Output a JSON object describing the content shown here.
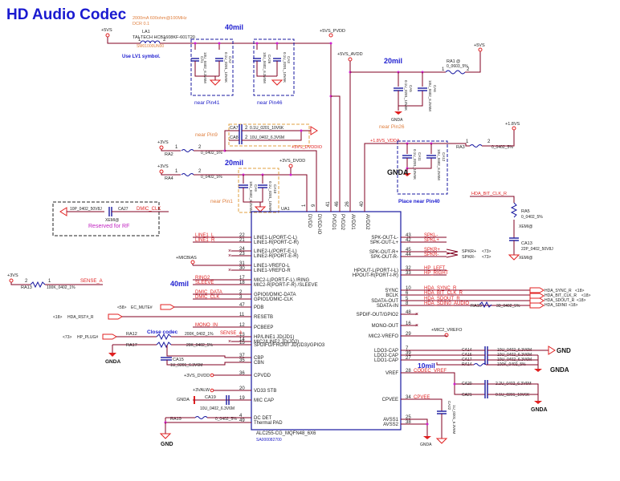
{
  "title": "HD Audio Codec",
  "notes": {
    "current": "2000mA 600ohm@100MHz",
    "dcr": "DCR 0.1",
    "use_lv1": "Use LV1 symbol.",
    "reserved_rf": "Reserved for RF",
    "close_codec": "Close codec"
  },
  "trace_widths": {
    "top": "40mil",
    "avdd": "20mil",
    "dvdd": "20mil",
    "mic": "40mil",
    "ldo": "10mil"
  },
  "placement": {
    "pin41": "near Pin41",
    "pin46": "near Pin46",
    "pin26": "near Pin26",
    "pin9": "near Pin9",
    "pin1": "near Pin1",
    "pin40": "Place near Pin40"
  },
  "power_nets": {
    "p5vs_a": "+5VS",
    "p5vs_pvdd": "+5VS_PVDD",
    "p5vs_avdd": "+5VS_AVDD",
    "p5vs_b": "+5VS",
    "p3vs_a": "+3VS",
    "p3vs_b": "+3VS",
    "p3vs_dvddio": "+3VS_DVDDIO",
    "p3vs_dvdd": "+3VS_DVDD",
    "p18vs": "+1.8VS",
    "p18vs_vdda": "+1.8VS_VDDA",
    "p3vs_c": "+3VS",
    "micbias": "+MICBIAS",
    "mic2_vrefo": "+MIC2_VREFO",
    "p3vs_dvdd2": "+3VS_DVDD",
    "p3valw": "+3VALW",
    "gnda": "GNDA",
    "gnd": "GND"
  },
  "components": {
    "la1": {
      "ref": "LA1",
      "part": "TAI-TECH HCB1608KF-601T20",
      "pn": "SM01000UN00"
    },
    "ca1": {
      "ref": "CA1",
      "value": "10U_0402_6.3V6M"
    },
    "ca2": {
      "ref": "CA2",
      "value": "0.1U_0201_10V6K"
    },
    "ca3": {
      "ref": "CA3",
      "value": "0.1U_0201_10V6K"
    },
    "ca26": {
      "ref": "CA26",
      "value": "10U_0402_6.3V6M"
    },
    "ra1": {
      "ref": "RA1",
      "opt": "@",
      "value": "0_0603_5%"
    },
    "ca5": {
      "ref": "CA5",
      "value": "0.1U_0201_10V6K"
    },
    "ca6": {
      "ref": "CA6",
      "value": "10U_0402_6.3V6M"
    },
    "ca7": {
      "ref": "CA7",
      "value": "0.1U_0201_10V6K"
    },
    "ca8": {
      "ref": "CA8",
      "value": "10U_0402_6.3V6M"
    },
    "ra2": {
      "ref": "RA2",
      "value": "0_0402_5%"
    },
    "ra4": {
      "ref": "RA4",
      "value": "0_0402_5%"
    },
    "ca9": {
      "ref": "CA9",
      "value": "10U_0402_6.3V6M"
    },
    "ca10": {
      "ref": "CA10",
      "value": "0.1U_0201_10V6K"
    },
    "ca11": {
      "ref": "CA11",
      "value": "0.1U_0201_10V6K"
    },
    "ca12": {
      "ref": "CA12",
      "value": "10U_0402_6.3V6M"
    },
    "ra3": {
      "ref": "RA3",
      "value": "0_0402_5%"
    },
    "ca27": {
      "ref": "CA27",
      "value": "10P_0402_50V8J",
      "opt": "XEMI@"
    },
    "ra5": {
      "ref": "RA5",
      "value": "0_0402_5%",
      "opt": "XEMI@"
    },
    "ca13": {
      "ref": "CA13",
      "value": "22P_0402_50V8J",
      "opt": "XEMI@"
    },
    "ra13": {
      "ref": "RA13",
      "value": "100K_0402_1%"
    },
    "ra12": {
      "ref": "RA12",
      "value": "200K_0402_1%"
    },
    "ra17": {
      "ref": "RA17",
      "value": "20K_0402_5%"
    },
    "ca15": {
      "ref": "CA15",
      "value": "1U_0201_6.3V6M"
    },
    "ca19": {
      "ref": "CA19",
      "value": "10U_0402_6.3V6M"
    },
    "ra19": {
      "ref": "RA19",
      "value": "0_0402_5%"
    },
    "ra10": {
      "ref": "RA10",
      "value": "33_0402_5%"
    },
    "ca14": {
      "ref": "CA14",
      "value": "10U_0402_6.3V6M"
    },
    "ca16": {
      "ref": "CA16",
      "value": "10U_0402_6.3V6M"
    },
    "ca17": {
      "ref": "CA17",
      "value": "10U_0402_6.3V6M"
    },
    "ra14": {
      "ref": "RA14",
      "value": "100K_0402_5%"
    },
    "ca20": {
      "ref": "CA20",
      "value": "2.2U_0402_6.3V6M"
    },
    "ca21": {
      "ref": "CA21",
      "value": "0.1U_0201_10V6K"
    },
    "ca22": {
      "ref": "CA22",
      "value": "1U_0201_6.3V6M"
    }
  },
  "chip": {
    "ref": "UA1",
    "part": "ALC255-CG_MQFN48_6X6",
    "pn": "SA000082700",
    "top_pins": [
      {
        "num": "1",
        "name": "DVDD"
      },
      {
        "num": "9",
        "name": "DVDD-IO"
      },
      {
        "num": "41",
        "name": "PVDD1"
      },
      {
        "num": "46",
        "name": "PVDD2"
      },
      {
        "num": "26",
        "name": "AVDD1"
      },
      {
        "num": "40",
        "name": "AVDD2"
      }
    ],
    "left_pins": [
      {
        "num": "22",
        "name": "LINE1-L(PORT-C-L)",
        "net": "LINE1_L"
      },
      {
        "num": "21",
        "name": "LINE1-R(PORT-C-R)",
        "net": "LINE1_R"
      },
      {
        "num": "24",
        "name": "LINE2-L(PORT-E-L)",
        "net": ""
      },
      {
        "num": "23",
        "name": "LINE2-R(PORT-E-R)",
        "net": ""
      },
      {
        "num": "31",
        "name": "LINE1-VREFO-L",
        "net": ""
      },
      {
        "num": "30",
        "name": "LINE1-VREFO-R",
        "net": ""
      },
      {
        "num": "17",
        "name": "MIC2-L(PORT-F-L) /RING",
        "net": "RING2"
      },
      {
        "num": "18",
        "name": "MIC2-R(PORT-F-R) /SLEEVE",
        "net": "SLEEVE"
      },
      {
        "num": "2",
        "name": "GPIO0/DMIC-DATA",
        "net": "DMIC_DATA"
      },
      {
        "num": "3",
        "name": "GPIO1/DMIC-CLK",
        "net": "DMIC_CLK"
      },
      {
        "num": "47",
        "name": "PDB",
        "net": "EC_MUTE#"
      },
      {
        "num": "11",
        "name": "RESETB",
        "net": "HDA_RST#_R"
      },
      {
        "num": "12",
        "name": "PCBEEP",
        "net": "MONO_IN"
      },
      {
        "num": "13",
        "name": "HP/LINE1 JD(JD1)",
        "net": "SENSE_A"
      },
      {
        "num": "14",
        "name": "MIC2/LINE2 JD(JD2)",
        "net": ""
      },
      {
        "num": "15",
        "name": "SPDIFO/FRONT JD(JD3)/GPIO3",
        "net": ""
      },
      {
        "num": "37",
        "name": "CBP",
        "net": ""
      },
      {
        "num": "35",
        "name": "CBN",
        "net": ""
      },
      {
        "num": "36",
        "name": "CPVDD",
        "net": "+3VS_DVDD"
      },
      {
        "num": "20",
        "name": "VD33 STB",
        "net": "+3VALW"
      },
      {
        "num": "19",
        "name": "MIC CAP",
        "net": ""
      },
      {
        "num": "4",
        "name": "DC DET",
        "net": ""
      },
      {
        "num": "49",
        "name": "Thermal PAD",
        "net": ""
      }
    ],
    "right_pins": [
      {
        "num": "43",
        "name": "SPK-OUT-L-",
        "net": "SPKL-"
      },
      {
        "num": "42",
        "name": "SPK-OUT-L+",
        "net": "SPKL+"
      },
      {
        "num": "45",
        "name": "SPK-OUT-R+",
        "net": "SPKR+"
      },
      {
        "num": "44",
        "name": "SPK-OUT-R-",
        "net": "SPKR-"
      },
      {
        "num": "32",
        "name": "HPOUT-L(PORT-I-L)",
        "net": "HP_LEFT"
      },
      {
        "num": "33",
        "name": "HPOUT-R(PORT-I-R)",
        "net": "HP_RIGHT"
      },
      {
        "num": "10",
        "name": "SYNC",
        "net": "HDA_SYNC_R"
      },
      {
        "num": "6",
        "name": "BCLK",
        "net": "HDA_BIT_CLK_R"
      },
      {
        "num": "5",
        "name": "SDATA-OUT",
        "net": "HDA_SDOUT_R"
      },
      {
        "num": "8",
        "name": "SDATA-IN",
        "net": "HDA_SDIN0_AUDIO"
      },
      {
        "num": "48",
        "name": "SPDIF-OUT/GPIO2",
        "net": ""
      },
      {
        "num": "16",
        "name": "MONO-OUT",
        "net": ""
      },
      {
        "num": "29",
        "name": "MIC2-VREFO",
        "net": ""
      },
      {
        "num": "7",
        "name": "LDO3-CAP",
        "net": ""
      },
      {
        "num": "39",
        "name": "LDO2-CAP",
        "net": ""
      },
      {
        "num": "27",
        "name": "LDO1-CAP",
        "net": ""
      },
      {
        "num": "28",
        "name": "VREF",
        "net": "CODEC_VREF"
      },
      {
        "num": "34",
        "name": "CPVEE",
        "net": "CPVEE"
      },
      {
        "num": "25",
        "name": "AVSS1",
        "net": ""
      },
      {
        "num": "38",
        "name": "AVSS2",
        "net": ""
      }
    ]
  },
  "offpage": {
    "spkr_p": {
      "net": "SPKR+",
      "page": "<73>"
    },
    "spkr_m": {
      "net": "SPKR-",
      "page": "<73>"
    },
    "hda_sync": {
      "net": "HDA_SYNC_R",
      "page": "<18>"
    },
    "hda_bclk": {
      "net": "HDA_BIT_CLK_R",
      "page": "<18>"
    },
    "hda_sdout": {
      "net": "HDA_SDOUT_R",
      "page": "<18>"
    },
    "hda_sdin": {
      "net": "HDA_SDIN0",
      "page": "<18>"
    },
    "ec_mute": {
      "net": "EC_MUTE#",
      "page": "<58>"
    },
    "hda_rst": {
      "net": "HDA_RST#_R",
      "page": "<18>"
    },
    "hp_plug": {
      "net": "HP_PLUG#",
      "page": "<73>"
    },
    "bclk_r": {
      "net": "HDA_BIT_CLK_R"
    },
    "dmic_clk": {
      "net": "DMIC_CLK"
    }
  }
}
